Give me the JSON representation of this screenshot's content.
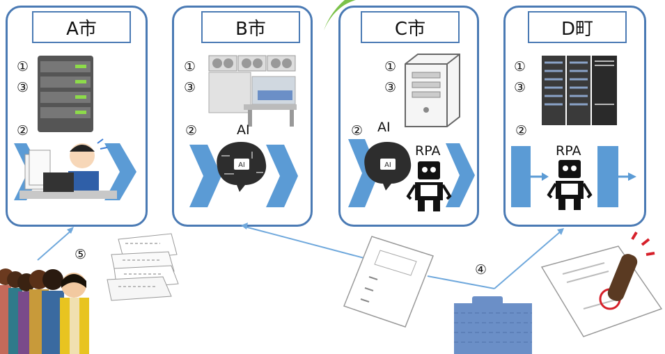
{
  "municipalities": [
    {
      "name": "A市",
      "markers": {
        "m1": "①",
        "m3": "③",
        "m2": "②"
      }
    },
    {
      "name": "B市",
      "markers": {
        "m1": "①",
        "m3": "③",
        "m2": "②"
      },
      "tech": "AI"
    },
    {
      "name": "C市",
      "markers": {
        "m1": "①",
        "m3": "③",
        "m2": "②"
      },
      "tech": "AI",
      "tech2": "RPA"
    },
    {
      "name": "D町",
      "markers": {
        "m1": "①",
        "m3": "③",
        "m2": "②"
      },
      "tech2": "RPA"
    }
  ],
  "markers": {
    "m4": "④",
    "m5": "⑤"
  },
  "colors": {
    "frame": "#4a7ab4",
    "chevron": "#5b9bd5",
    "arrow": "#6fa8dc",
    "leaf": "#7cc24a"
  }
}
